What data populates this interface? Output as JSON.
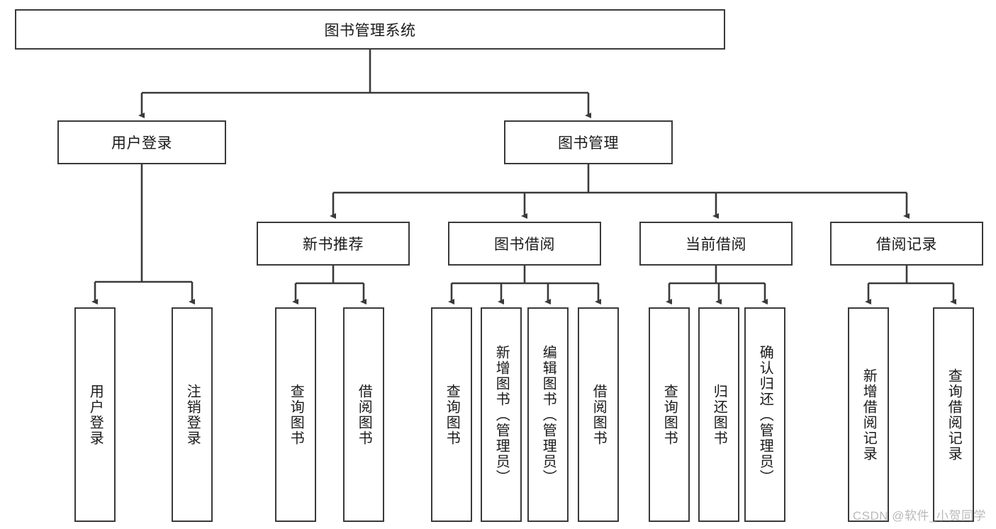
{
  "diagram": {
    "title_node": {
      "label": "图书管理系统"
    },
    "level2": [
      {
        "label": "用户登录"
      },
      {
        "label": "图书管理"
      }
    ],
    "level3": [
      {
        "label": "新书推荐"
      },
      {
        "label": "图书借阅"
      },
      {
        "label": "当前借阅"
      },
      {
        "label": "借阅记录"
      }
    ],
    "leaves": [
      {
        "label": "用户登录"
      },
      {
        "label": "注销登录"
      },
      {
        "label": "查询图书"
      },
      {
        "label": "借阅图书"
      },
      {
        "label": "查询图书"
      },
      {
        "label": "新增图书（管理员）"
      },
      {
        "label": "编辑图书（管理员）"
      },
      {
        "label": "借阅图书"
      },
      {
        "label": "查询图书"
      },
      {
        "label": "归还图书"
      },
      {
        "label": "确认归还（管理员）"
      },
      {
        "label": "新增借阅记录"
      },
      {
        "label": "查询借阅记录"
      }
    ]
  },
  "watermark": {
    "text": "CSDN @软件_小贺同学"
  },
  "colors": {
    "stroke": "#3a3a3a",
    "text": "#1a1a1a",
    "background": "#ffffff",
    "watermark": "#b9b9b9"
  }
}
